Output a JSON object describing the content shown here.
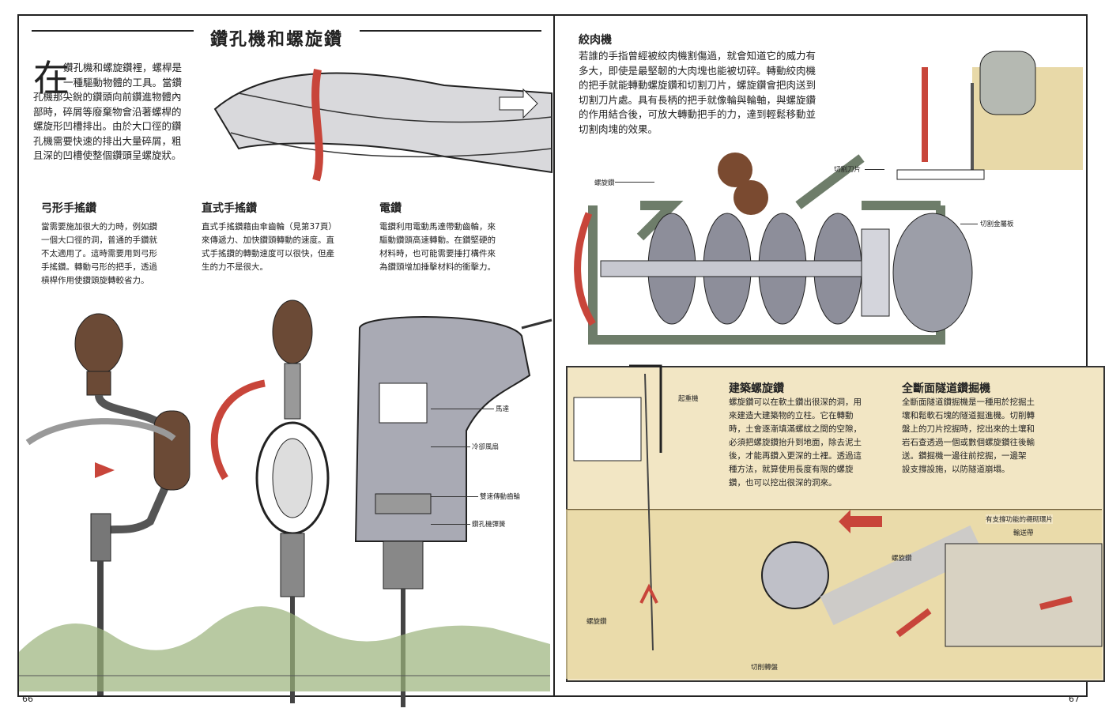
{
  "left": {
    "title": "鑽孔機和螺旋鑽",
    "intro_dropcap": "在",
    "intro_lines": [
      "鑽孔機和螺旋鑽裡，螺桿是",
      "一種驅動物體的工具。當鑽",
      "孔機那尖銳的鑽頭向前鑽進物體內",
      "部時，碎屑等廢棄物會沿著螺桿的",
      "螺旋形凹槽排出。由於大口徑的鑽",
      "孔機需要快速的排出大量碎屑，粗",
      "且深的凹槽使整個鑽頭呈螺旋狀。"
    ],
    "sections": [
      {
        "heading": "弓形手搖鑽",
        "lines": [
          "當需要施加很大的力時，例如鑽",
          "一個大口徑的洞，普通的手鑽就",
          "不太適用了。這時需要用到弓形",
          "手搖鑽。轉動弓形的把手，透過",
          "槓桿作用使鑽頭旋轉較省力。"
        ]
      },
      {
        "heading": "直式手搖鑽",
        "lines": [
          "直式手搖鑽藉由傘齒輪（見第37頁）",
          "來傳遞力、加快鑽頭轉動的速度。直",
          "式手搖鑽的轉動速度可以很快，但產",
          "生的力不是很大。"
        ]
      },
      {
        "heading": "電鑽",
        "lines": [
          "電鑽利用電動馬達帶動齒輪，來",
          "驅動鑽頭高速轉動。在鑽堅硬的",
          "材料時，也可能需要捶打構件來",
          "為鑽頭增加捶擊材料的衝擊力。"
        ]
      }
    ],
    "drill_labels": [
      "馬達",
      "冷卻風扇",
      "雙速傳動齒輪",
      "鑽孔機彈簧"
    ],
    "page_number": "66"
  },
  "right": {
    "mincer": {
      "heading": "絞肉機",
      "lines": [
        "若誰的手指曾經被絞肉機割傷過，就會知道它的威力有",
        "多大，即使是最堅韌的大肉塊也能被切碎。轉動絞肉機",
        "的把手就能轉動螺旋鑽和切割刀片，螺旋鑽會把肉送到",
        "切割刀片處。具有長柄的把手就像輪與輪軸，與螺旋鑽",
        "的作用結合後，可放大轉動把手的力，達到輕鬆移動並",
        "切割肉塊的效果。"
      ],
      "labels": {
        "auger": "螺旋鑽",
        "blade": "切割刀片",
        "plate": "切割金屬板"
      }
    },
    "building_auger": {
      "heading": "建築螺旋鑽",
      "lines": [
        "螺旋鑽可以在軟土鑽出很深的洞，用",
        "來建造大建築物的立柱。它在轉動",
        "時，土會逐漸填滿螺紋之間的空隙，",
        "必須把螺旋鑽抬升到地面，除去泥土",
        "後，才能再鑽入更深的土裡。透過這",
        "種方法，就算使用長度有限的螺旋",
        "鑽，也可以挖出很深的洞來。"
      ]
    },
    "tunnel_machine": {
      "heading": "全斷面隧道鑽掘機",
      "lines": [
        "全斷面隧道鑽掘機是一種用於挖掘土",
        "壤和鬆軟石塊的隧道掘進機。切削轉",
        "盤上的刀片挖掘時，挖出來的土壤和",
        "岩石查透過一個或數個螺旋鑽往後輸",
        "送。鑽掘機一邊往前挖掘，一邊架",
        "設支撐設施，以防隧道崩塌。"
      ]
    },
    "scene_labels": {
      "crane": "起重機",
      "support_ring": "有支撐功能的襯砌環片",
      "conveyor": "輸送帶",
      "screw": "螺旋鑽",
      "auger_left": "螺旋鑽",
      "cutter_head": "切削轉盤"
    },
    "page_number": "67"
  },
  "colors": {
    "red_arrow": "#c8453a",
    "grey_metal": "#a9aab4",
    "tan_scene": "#f2e6c4",
    "wood": "#6b4a36"
  }
}
